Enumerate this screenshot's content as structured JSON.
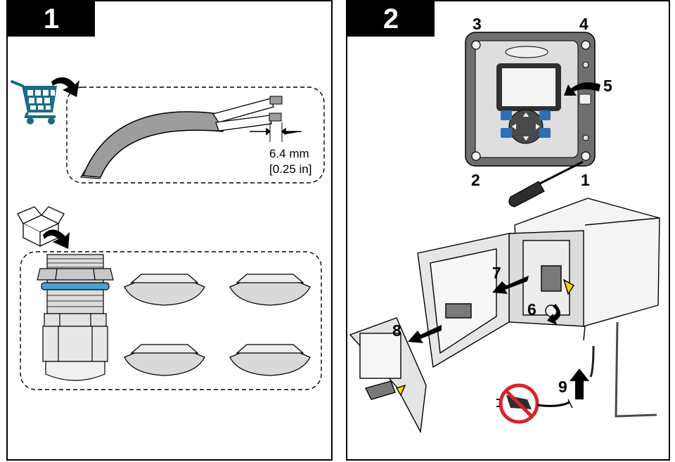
{
  "steps": [
    {
      "number": "1",
      "cable_dimension": {
        "metric": "6.4 mm",
        "imperial": "[0.25 in]"
      }
    },
    {
      "number": "2",
      "callouts": [
        "1",
        "2",
        "3",
        "4",
        "5",
        "6",
        "7",
        "8",
        "9"
      ]
    }
  ],
  "colors": {
    "cart_icon": "#1b6b86",
    "gland_ring": "#4a9fd1",
    "prohibition": "#d8232a"
  }
}
